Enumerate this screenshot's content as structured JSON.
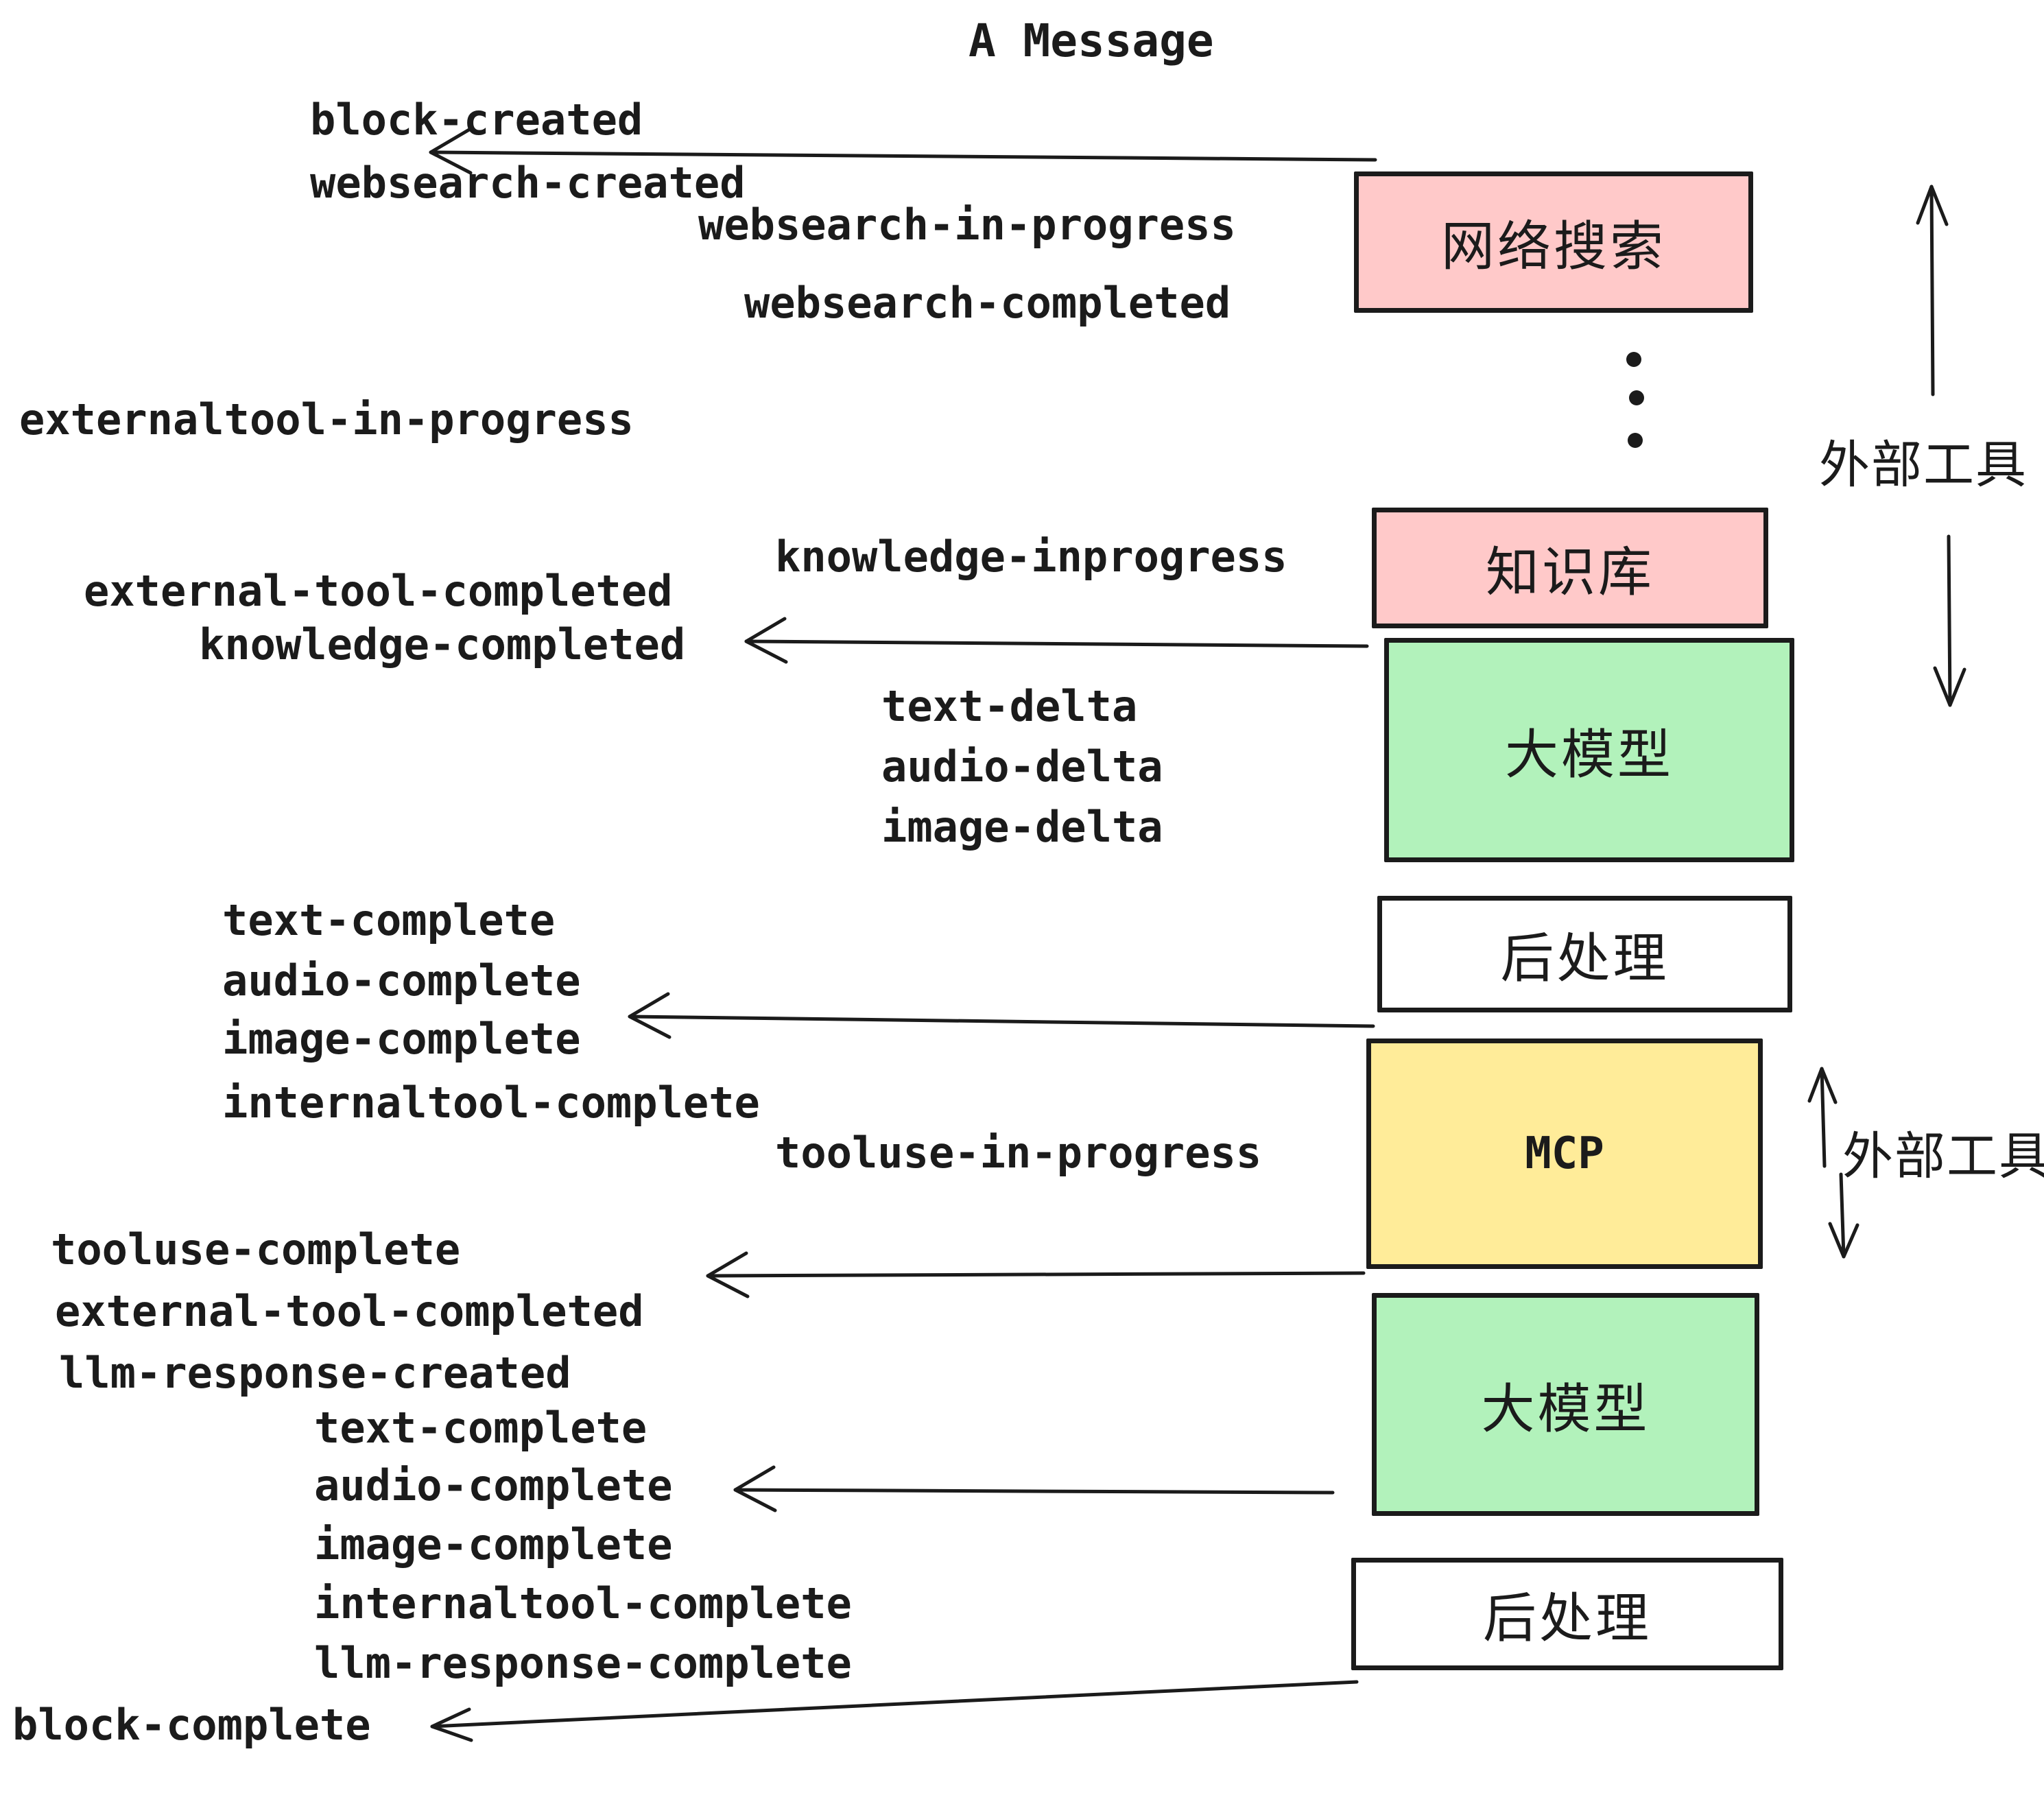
{
  "title": "A Message",
  "colors": {
    "box_pink": "#ffc9c9",
    "box_green": "#b2f2bb",
    "box_yellow": "#ffec99",
    "box_white": "#ffffff",
    "ink": "#1b1b1b"
  },
  "boxes": [
    {
      "id": "websearch",
      "label": "网络搜索"
    },
    {
      "id": "knowledge",
      "label": "知识库"
    },
    {
      "id": "llm-1",
      "label": "大模型"
    },
    {
      "id": "post-1",
      "label": "后处理"
    },
    {
      "id": "mcp",
      "label": "MCP"
    },
    {
      "id": "llm-2",
      "label": "大模型"
    },
    {
      "id": "post-2",
      "label": "后处理"
    }
  ],
  "side_annotations": [
    {
      "label": "外部工具"
    },
    {
      "label": "外部工具"
    }
  ],
  "ellipsis_dot_count": 3,
  "events": [
    {
      "text": "block-created"
    },
    {
      "text": "websearch-created"
    },
    {
      "text": "websearch-in-progress"
    },
    {
      "text": "websearch-completed"
    },
    {
      "text": "externaltool-in-progress"
    },
    {
      "text": "knowledge-inprogress"
    },
    {
      "text": "external-tool-completed"
    },
    {
      "text": "knowledge-completed"
    },
    {
      "text": "text-delta"
    },
    {
      "text": "audio-delta"
    },
    {
      "text": "image-delta"
    },
    {
      "text": "text-complete"
    },
    {
      "text": "audio-complete"
    },
    {
      "text": "image-complete"
    },
    {
      "text": "internaltool-complete"
    },
    {
      "text": "tooluse-in-progress"
    },
    {
      "text": "tooluse-complete"
    },
    {
      "text": "external-tool-completed"
    },
    {
      "text": "llm-response-created"
    },
    {
      "text": "text-complete"
    },
    {
      "text": "audio-complete"
    },
    {
      "text": "image-complete"
    },
    {
      "text": "internaltool-complete"
    },
    {
      "text": "llm-response-complete"
    },
    {
      "text": "block-complete"
    }
  ]
}
